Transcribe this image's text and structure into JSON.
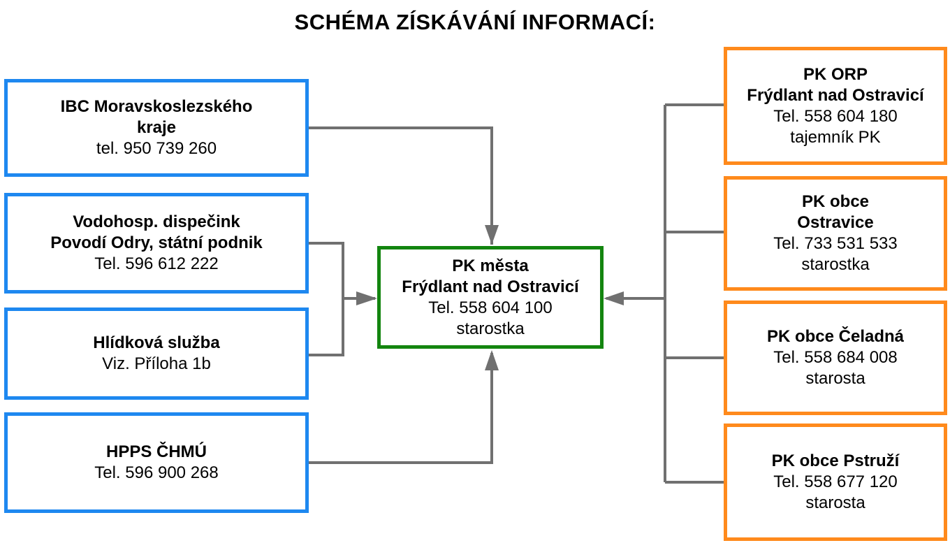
{
  "title": "SCHÉMA ZÍSKÁVÁNÍ INFORMACÍ:",
  "colors": {
    "source_border": "#1e88f0",
    "municipality_border": "#ff8a1c",
    "center_border": "#13850f",
    "connector": "#707070"
  },
  "center": {
    "line1": "PK města",
    "line2": "Frýdlant nad Ostravicí",
    "line3": "Tel. 558 604 100",
    "line4": "starostka"
  },
  "left": [
    {
      "bold1": "IBC Moravskoslezského",
      "bold2": "kraje",
      "text1": "tel. 950 739 260"
    },
    {
      "bold1": "Vodohosp. dispečink",
      "bold2": "Povodí Odry, státní podnik",
      "text1": "Tel. 596 612 222"
    },
    {
      "bold1": "Hlídková služba",
      "text1": "Viz. Příloha 1b"
    },
    {
      "bold1": "HPPS ČHMÚ",
      "text1": "Tel. 596 900 268"
    }
  ],
  "right": [
    {
      "bold1": "PK ORP",
      "bold2": "Frýdlant nad Ostravicí",
      "text1": "Tel. 558 604 180",
      "text2": "tajemník PK"
    },
    {
      "bold1": "PK obce",
      "bold2": "Ostravice",
      "text1": "Tel. 733 531 533",
      "text2": "starostka"
    },
    {
      "bold1": "PK obce Čeladná",
      "text1": "Tel. 558 684 008",
      "text2": "starosta"
    },
    {
      "bold1": "PK obce Pstruží",
      "text1": "Tel. 558 677 120",
      "text2": "starosta"
    }
  ]
}
